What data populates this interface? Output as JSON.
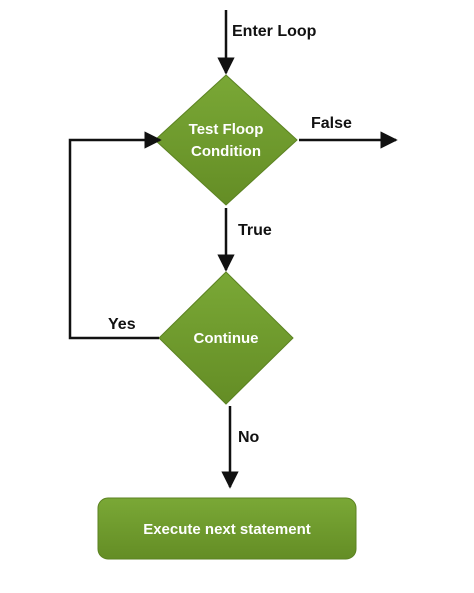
{
  "diagram": {
    "entry_label": "Enter Loop",
    "nodes": {
      "test_line1": "Test Floop",
      "test_line2": "Condition",
      "continue_label": "Continue",
      "execute_label": "Execute next statement"
    },
    "edges": {
      "false_label": "False",
      "true_label": "True",
      "yes_label": "Yes",
      "no_label": "No"
    },
    "colors": {
      "node_fill": "#6f9a2c",
      "node_stroke": "#5b8221",
      "line": "#111111"
    }
  }
}
